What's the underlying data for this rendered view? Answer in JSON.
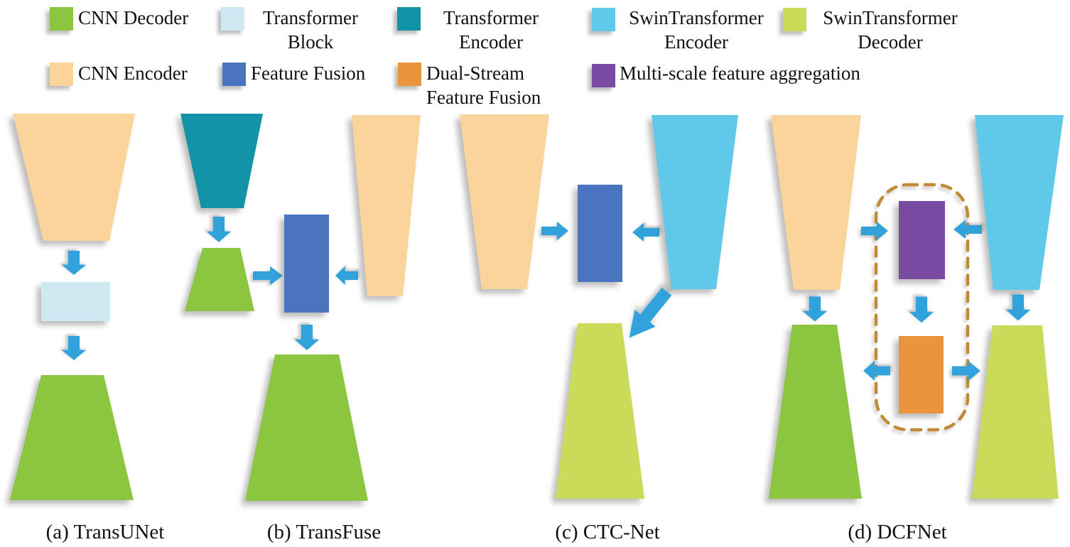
{
  "figure": {
    "type": "architecture-comparison-diagram",
    "legend": {
      "items": [
        {
          "id": "cnn_decoder",
          "label": "CNN Decoder",
          "color": "#8CC540"
        },
        {
          "id": "transformer_block",
          "label": "Transformer\nBlock",
          "color": "#CFE9F2"
        },
        {
          "id": "transformer_encoder",
          "label": "Transformer\nEncoder",
          "color": "#1294A6"
        },
        {
          "id": "swin_encoder",
          "label": "SwinTransformer\nEncoder",
          "color": "#60C8E8"
        },
        {
          "id": "swin_decoder",
          "label": "SwinTransformer\nDecoder",
          "color": "#CBDA58"
        },
        {
          "id": "cnn_encoder",
          "label": "CNN Encoder",
          "color": "#FAD49B"
        },
        {
          "id": "feature_fusion",
          "label": "Feature Fusion",
          "color": "#4B74BE"
        },
        {
          "id": "dual_stream",
          "label": "Dual-Stream\nFeature Fusion",
          "color": "#E9953C"
        },
        {
          "id": "multi_scale",
          "label": "Multi-scale feature aggregation",
          "color": "#7A4BA3"
        }
      ]
    },
    "colors": {
      "cnn_decoder": "#8CC540",
      "cnn_encoder": "#FAD49B",
      "transformer_block": "#CFE9F2",
      "transformer_encoder": "#1294A6",
      "swin_encoder": "#60C8E8",
      "swin_decoder": "#CBDA58",
      "feature_fusion": "#4B74BE",
      "dual_stream": "#E9953C",
      "multi_scale": "#7A4BA3",
      "arrow": "#31A2DB",
      "dashed_border": "#C18A36",
      "text": "#111111",
      "background": "#FFFFFF"
    },
    "diagrams": [
      {
        "caption": "(a) TransUNet",
        "components": [
          "CNN Encoder",
          "Transformer Block",
          "CNN Decoder"
        ]
      },
      {
        "caption": "(b) TransFuse",
        "components": [
          "Transformer Encoder",
          "CNN Decoder",
          "Feature Fusion",
          "CNN Encoder",
          "CNN Decoder"
        ]
      },
      {
        "caption": "(c) CTC-Net",
        "components": [
          "CNN Encoder",
          "Feature Fusion",
          "SwinTransformer Encoder",
          "SwinTransformer Decoder"
        ]
      },
      {
        "caption": "(d) DCFNet",
        "components": [
          "CNN Encoder",
          "CNN Decoder",
          "Multi-scale feature aggregation",
          "Dual-Stream Feature Fusion",
          "SwinTransformer Encoder",
          "SwinTransformer Decoder"
        ]
      }
    ]
  }
}
